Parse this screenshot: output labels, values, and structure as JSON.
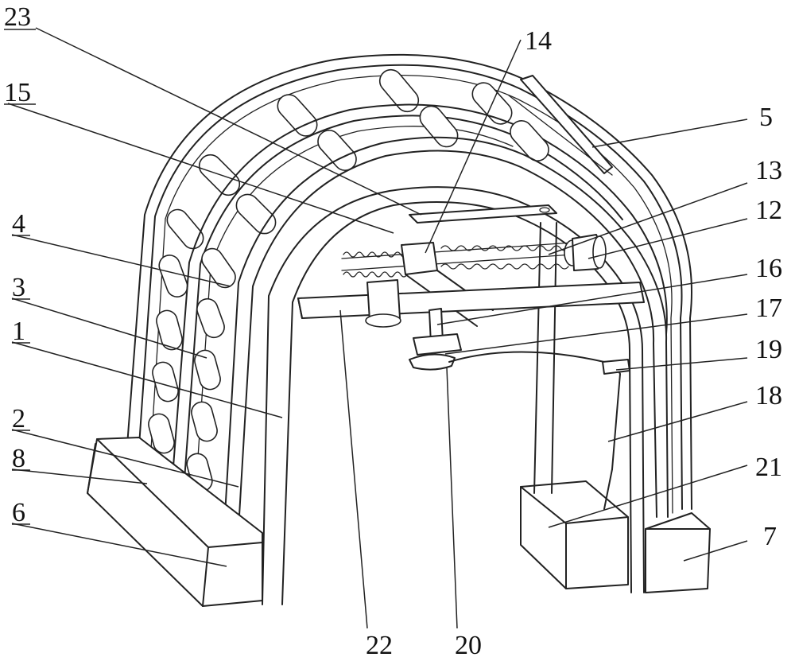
{
  "figure": {
    "background": "#ffffff",
    "line_color": "#222222",
    "callouts": [
      {
        "id": "23",
        "text": "23"
      },
      {
        "id": "15",
        "text": "15"
      },
      {
        "id": "4",
        "text": "4"
      },
      {
        "id": "3",
        "text": "3"
      },
      {
        "id": "1",
        "text": "1"
      },
      {
        "id": "2",
        "text": "2"
      },
      {
        "id": "8",
        "text": "8"
      },
      {
        "id": "6",
        "text": "6"
      },
      {
        "id": "14",
        "text": "14"
      },
      {
        "id": "5",
        "text": "5"
      },
      {
        "id": "13",
        "text": "13"
      },
      {
        "id": "12",
        "text": "12"
      },
      {
        "id": "16",
        "text": "16"
      },
      {
        "id": "17",
        "text": "17"
      },
      {
        "id": "19",
        "text": "19"
      },
      {
        "id": "18",
        "text": "18"
      },
      {
        "id": "21",
        "text": "21"
      },
      {
        "id": "7",
        "text": "7"
      },
      {
        "id": "22",
        "text": "22"
      },
      {
        "id": "20",
        "text": "20"
      }
    ]
  }
}
